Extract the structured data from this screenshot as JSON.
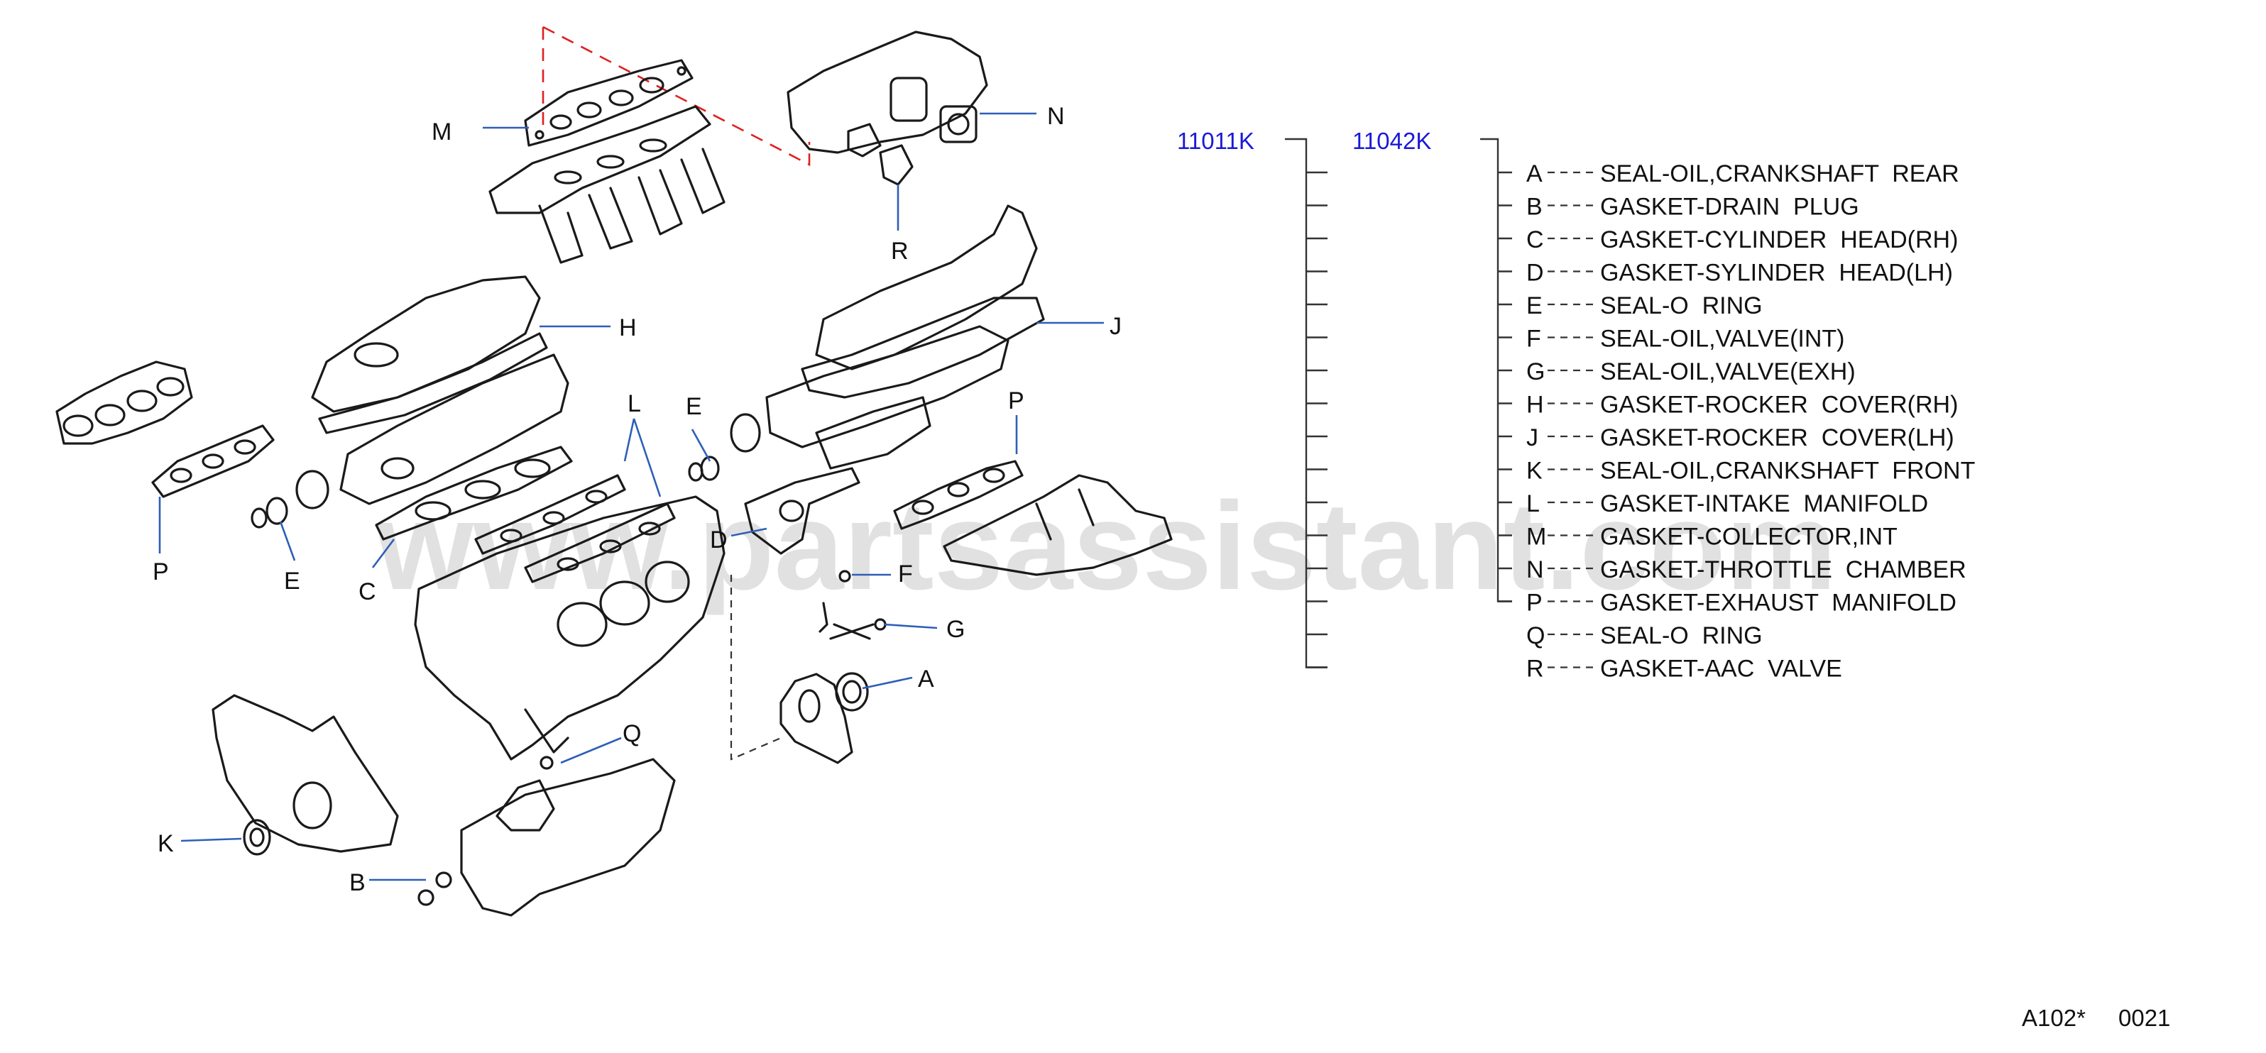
{
  "watermark": "www.partsassistant.com",
  "kits": {
    "primary": "11011K",
    "secondary": "11042K"
  },
  "legend": [
    {
      "letter": "A",
      "text": "SEAL-OIL,CRANKSHAFT  REAR"
    },
    {
      "letter": "B",
      "text": "GASKET-DRAIN  PLUG"
    },
    {
      "letter": "C",
      "text": "GASKET-CYLINDER  HEAD(RH)"
    },
    {
      "letter": "D",
      "text": "GASKET-SYLINDER  HEAD(LH)"
    },
    {
      "letter": "E",
      "text": "SEAL-O  RING"
    },
    {
      "letter": "F",
      "text": "SEAL-OIL,VALVE(INT)"
    },
    {
      "letter": "G",
      "text": "SEAL-OIL,VALVE(EXH)"
    },
    {
      "letter": "H",
      "text": "GASKET-ROCKER  COVER(RH)"
    },
    {
      "letter": "J",
      "text": "GASKET-ROCKER  COVER(LH)"
    },
    {
      "letter": "K",
      "text": "SEAL-OIL,CRANKSHAFT  FRONT"
    },
    {
      "letter": "L",
      "text": "GASKET-INTAKE  MANIFOLD"
    },
    {
      "letter": "M",
      "text": "GASKET-COLLECTOR,INT"
    },
    {
      "letter": "N",
      "text": "GASKET-THROTTLE  CHAMBER"
    },
    {
      "letter": "P",
      "text": "GASKET-EXHAUST  MANIFOLD"
    },
    {
      "letter": "Q",
      "text": "SEAL-O  RING"
    },
    {
      "letter": "R",
      "text": "GASKET-AAC  VALVE"
    }
  ],
  "callouts": {
    "M": "M",
    "N": "N",
    "R": "R",
    "H": "H",
    "J": "J",
    "L": "L",
    "E1": "E",
    "E2": "E",
    "P1": "P",
    "P2": "P",
    "C": "C",
    "D": "D",
    "F": "F",
    "G": "G",
    "A": "A",
    "Q": "Q",
    "K": "K",
    "B": "B"
  },
  "footer": {
    "code": "A102*",
    "number": "0021"
  },
  "colors": {
    "kit_text": "#1a1ad6",
    "leader": "#2e5fb8",
    "dashed_frame": "#e02020"
  }
}
